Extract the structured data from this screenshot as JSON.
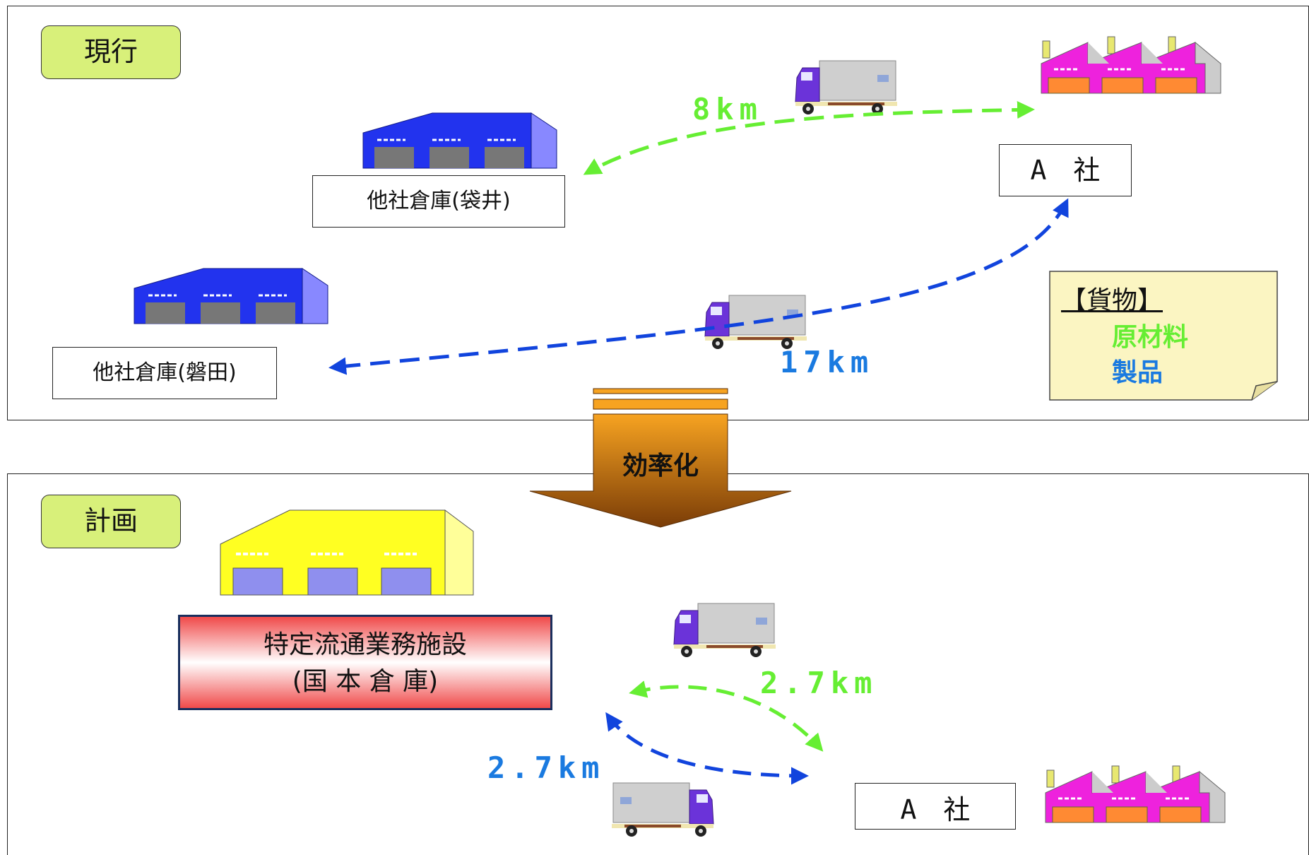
{
  "current": {
    "tag": "現行",
    "warehouse_fukuroi": "他社倉庫(袋井)",
    "warehouse_iwata": "他社倉庫(磐田)",
    "company": "A　社",
    "distance_green": "8km",
    "distance_blue": "17km"
  },
  "legend": {
    "title": "【貨物】",
    "green_label": "原材料",
    "blue_label": "製品"
  },
  "arrow_label": "効率化",
  "plan": {
    "tag": "計画",
    "facility_line1": "特定流通業務施設",
    "facility_line2": "(国 本 倉 庫)",
    "company": "A　社",
    "distance_green": "2.7km",
    "distance_blue": "2.7km"
  },
  "colors": {
    "green": "#66ee33",
    "blue": "#1144dd",
    "blue_text": "#1a7ae0",
    "tag_bg": "#d8f07a",
    "arrow": "#b8660d"
  }
}
